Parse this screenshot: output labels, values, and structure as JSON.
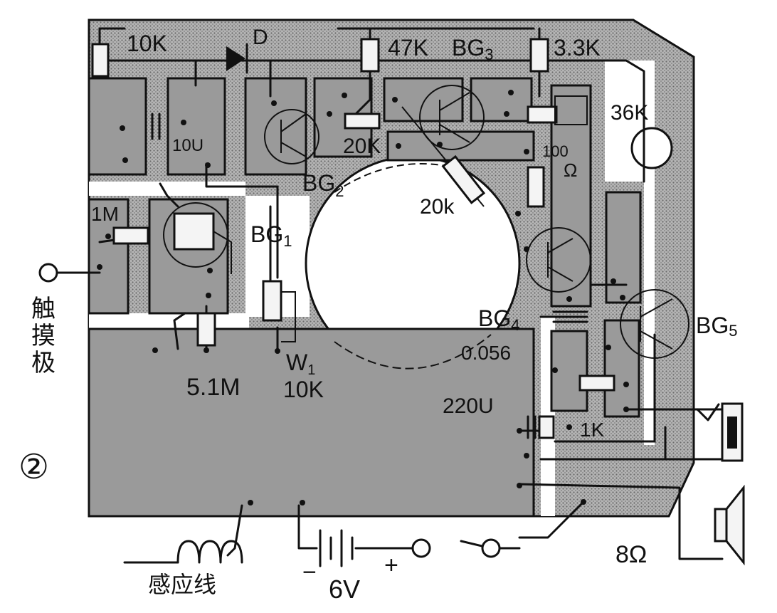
{
  "figure": {
    "number": "②"
  },
  "labels": {
    "r_10k": "10K",
    "diode": "D",
    "r_47k": "47K",
    "bg3": "BG",
    "bg3_sub": "3",
    "r_3_3k": "3.3K",
    "r_36k": "36K",
    "cap_10u": "10U",
    "r_20k_top": "20K",
    "bg2": "BG",
    "bg2_sub": "2",
    "r_100": "100",
    "ohm_100": "Ω",
    "r_20k_mid": "20k",
    "r_1m": "1M",
    "bg1": "BG",
    "bg1_sub": "1",
    "bg4": "BG",
    "bg4_sub": "4",
    "cap_0056": "0.056",
    "bg5": "BG",
    "bg5_sub": "5",
    "r_5_1m": "5.1M",
    "pot_w1": "W",
    "pot_w1_sub": "1",
    "pot_10k": "10K",
    "cap_220u": "220U",
    "r_1k": "1K",
    "speaker": "8Ω",
    "touch_1": "触",
    "touch_2": "摸",
    "touch_3": "极",
    "sense_wire": "感应线",
    "battery": "6V",
    "bat_minus": "−",
    "bat_plus": "+"
  },
  "colors": {
    "board": "#a6a6a6",
    "ink": "#111111",
    "paper": "#ffffff"
  }
}
